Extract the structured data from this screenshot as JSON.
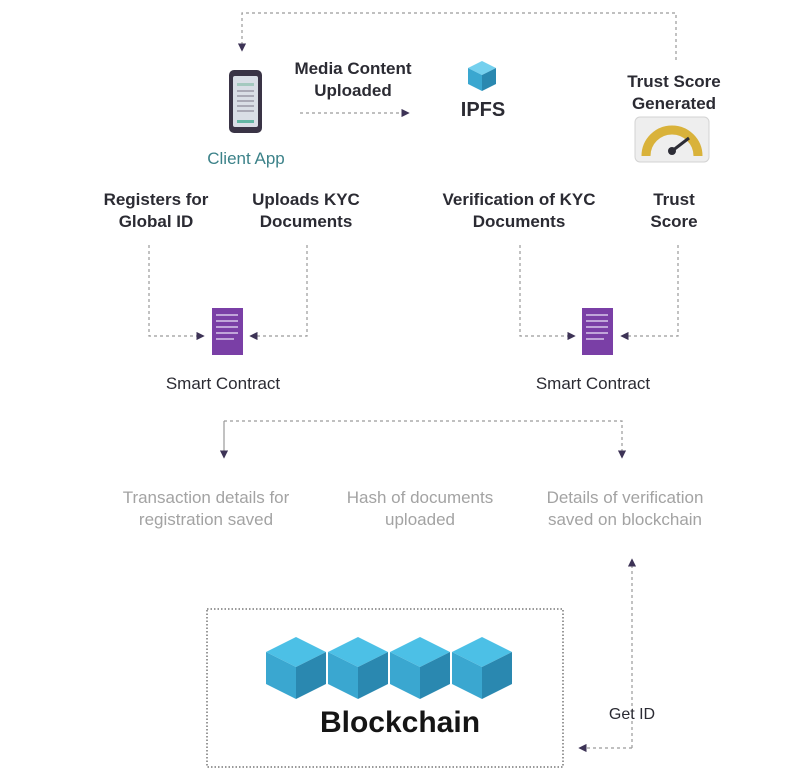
{
  "nodes": {
    "client_app": "Client App",
    "media_upload": [
      "Media Content",
      "Uploaded"
    ],
    "ipfs": "IPFS",
    "trust_score_generated": [
      "Trust Score",
      "Generated"
    ],
    "registers": [
      "Registers for",
      "Global ID"
    ],
    "uploads_kyc": [
      "Uploads KYC",
      "Documents"
    ],
    "verification_kyc": [
      "Verification of KYC",
      "Documents"
    ],
    "trust_score": [
      "Trust",
      "Score"
    ],
    "smart_contract_left": "Smart Contract",
    "smart_contract_right": "Smart Contract",
    "tx_details": [
      "Transaction details for",
      "registration saved"
    ],
    "hash_docs": [
      "Hash of documents",
      "uploaded"
    ],
    "verif_details": [
      "Details of verification",
      "saved on blockchain"
    ],
    "get_id": "Get ID",
    "blockchain": "Blockchain"
  },
  "colors": {
    "arrow": "#9a9a9a",
    "arrowhead": "#3d3356",
    "contract": "#7a3fa6",
    "cube_top": "#4cc0e6",
    "cube_left": "#3aa7d0",
    "cube_right": "#2a88b0",
    "gauge": "#d9b23a",
    "teal_text": "#3c8289"
  },
  "icons": [
    "phone-icon",
    "ipfs-cube-icon",
    "gauge-icon",
    "contract-icon",
    "blockchain-cube-icon"
  ]
}
